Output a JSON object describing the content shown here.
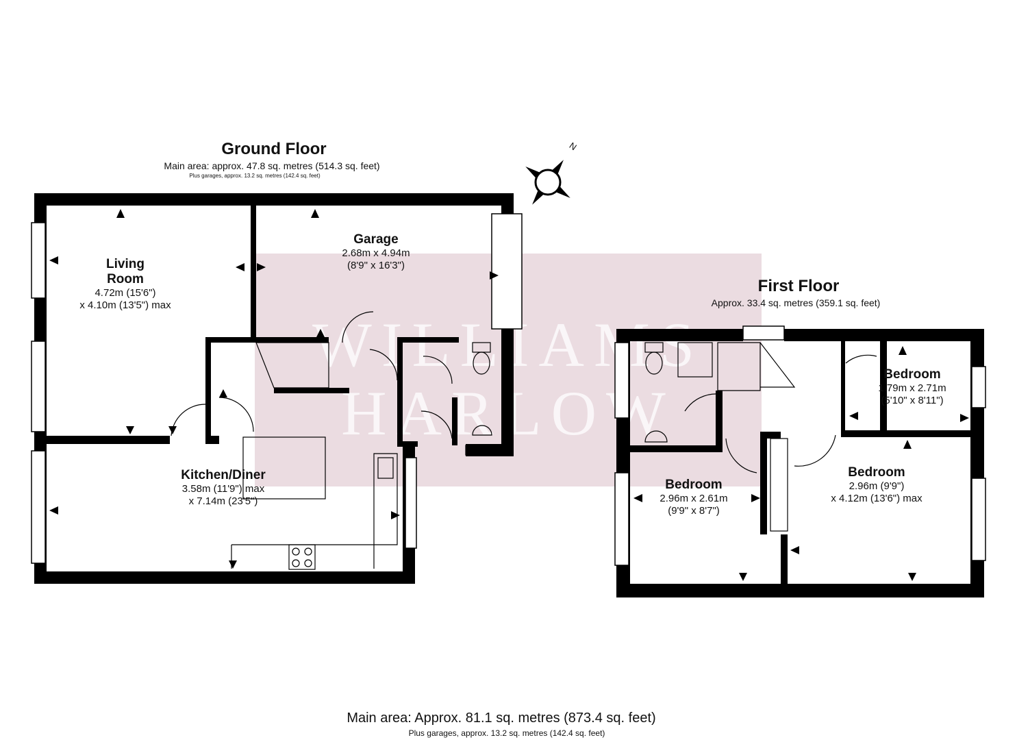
{
  "ground_floor": {
    "title": "Ground Floor",
    "main_area": "Main area: approx. 47.8 sq. metres (514.3 sq. feet)",
    "garages": "Plus garages, approx. 13.2 sq. metres (142.4 sq. feet)",
    "rooms": [
      {
        "name": "Living Room",
        "line1": "Living",
        "line2": "Room",
        "dim1": "4.72m (15'6\")",
        "dim2": "x 4.10m (13'5\") max"
      },
      {
        "name": "Garage",
        "dim1": "2.68m x 4.94m",
        "dim2": "(8'9\" x 16'3\")"
      },
      {
        "name": "Kitchen/Diner",
        "dim1": "3.58m (11'9\") max",
        "dim2": "x 7.14m (23'5\")"
      }
    ]
  },
  "first_floor": {
    "title": "First Floor",
    "area": "Approx. 33.4 sq. metres (359.1 sq. feet)",
    "rooms": [
      {
        "name": "Bedroom",
        "dim1": "1.79m x 2.71m",
        "dim2": "(5'10\" x 8'11\")"
      },
      {
        "name": "Bedroom",
        "dim1": "2.96m (9'9\")",
        "dim2": "x 4.12m (13'6\") max"
      },
      {
        "name": "Bedroom",
        "dim1": "2.96m x 2.61m",
        "dim2": "(9'9\" x 8'7\")"
      }
    ]
  },
  "watermark": {
    "line1": "WILLIAMS",
    "line2": "HARLOW"
  },
  "compass": {
    "label": "N"
  },
  "footer": {
    "main_area": "Main area: Approx. 81.1 sq. metres (873.4 sq. feet)",
    "garages": "Plus garages, approx. 13.2 sq. metres (142.4 sq. feet)"
  },
  "colors": {
    "wall": "#000000",
    "watermark": "#e6d6da"
  }
}
